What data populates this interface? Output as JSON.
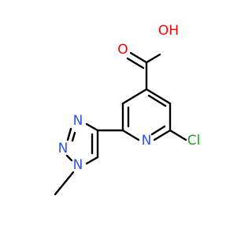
{
  "molecule": {
    "atom_labels": {
      "oxygen_carbonyl": "O",
      "hydroxyl": "OH",
      "nitrogen_pyridine": "N",
      "chlorine": "Cl",
      "nitrogen_triazole_3": "N",
      "nitrogen_triazole_2": "N",
      "nitrogen_triazole_1": "N"
    },
    "colors": {
      "bond": "#000000",
      "oxygen": "#ff0000",
      "nitrogen": "#3050f8",
      "chlorine": "#1fa01f"
    }
  }
}
